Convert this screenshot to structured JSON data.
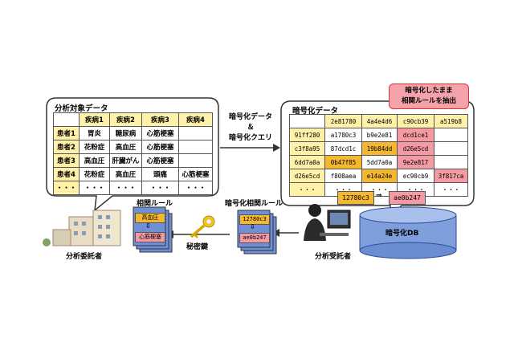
{
  "left_panel": {
    "title": "分析対象データ",
    "header": [
      "",
      "疾病1",
      "疾病2",
      "疾病3",
      "疾病4"
    ],
    "rows": [
      [
        "患者1",
        "胃炎",
        "糖尿病",
        "心筋梗塞",
        ""
      ],
      [
        "患者2",
        "花粉症",
        "高血圧",
        "心筋梗塞",
        ""
      ],
      [
        "患者3",
        "高血圧",
        "肝臓がん",
        "心筋梗塞",
        ""
      ],
      [
        "患者4",
        "花粉症",
        "高血圧",
        "頭痛",
        "心筋梗塞"
      ],
      [
        "・・・",
        "・・・",
        "・・・",
        "・・・",
        "・・・"
      ]
    ]
  },
  "right_panel": {
    "title": "暗号化データ",
    "header": [
      "",
      "2e81780",
      "4a4e4d6",
      "c90cb39",
      "a519b8"
    ],
    "rows": [
      [
        "91ff280",
        "a1780c3",
        "b9e2e81",
        "dcd1ce1",
        ""
      ],
      [
        "c3f8a95",
        "87dcd1c",
        "19b84dd",
        "d26e5cd",
        ""
      ],
      [
        "6dd7a0a",
        "0b47f85",
        "5dd7a0a",
        "9e2e817",
        ""
      ],
      [
        "d26e5cd",
        "f808aea",
        "e14a24e",
        "ec90cb9",
        "3f817ca"
      ],
      [
        "・・・",
        "・・・",
        "・・・",
        "・・・",
        "・・・"
      ]
    ],
    "encrypted_rule_from": "12780c3",
    "encrypted_rule_arrow": "⇒",
    "encrypted_rule_to": "ae0b247"
  },
  "callout": {
    "line1": "暗号化したまま",
    "line2": "相関ルールを抽出"
  },
  "arrow_label": {
    "line1": "暗号化データ",
    "line2": "＆",
    "line3": "暗号化クエリ"
  },
  "db_label": "暗号化DB",
  "encrypted_rules": {
    "title": "暗号化相関ルール",
    "from": "12780c3",
    "arrow": "⇩",
    "to": "ae0b247"
  },
  "plain_rules": {
    "title": "相関ルール",
    "from": "高血圧",
    "arrow": "⇩",
    "to": "心筋梗塞"
  },
  "secret_key_label": "秘密鍵",
  "client_label": "分析委託者",
  "contractor_label": "分析受託者",
  "colors": {
    "yellow": "#fff2a8",
    "orange": "#f5b731",
    "pink": "#f59aa2",
    "db_blue": "#7f9fdc",
    "panel_border": "#333333"
  }
}
